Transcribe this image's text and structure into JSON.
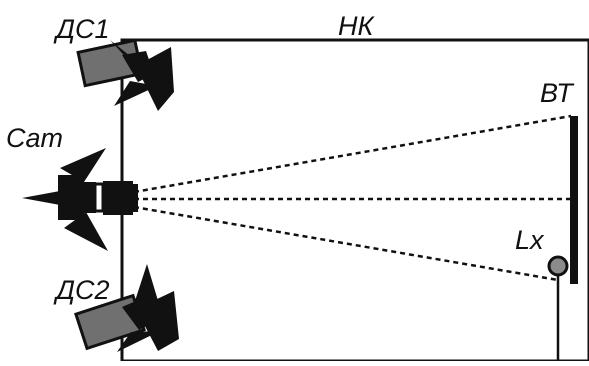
{
  "diagram": {
    "top_caption": "",
    "labels": {
      "light_source_1": "ДС1",
      "room": "НК",
      "camera": "Cam",
      "target": "ВТ",
      "light_sensor": "Lx",
      "light_source_2": "ДС2"
    },
    "colors": {
      "line": "#111111",
      "sensor_fill": "#8b8b8b",
      "lamp_body": "#6f6f6f",
      "background": "#ffffff"
    },
    "icons": {
      "light_source_1": "spotlight-icon",
      "light_source_2": "spotlight-icon",
      "camera": "camera-icon",
      "sensor": "light-sensor-icon"
    }
  }
}
